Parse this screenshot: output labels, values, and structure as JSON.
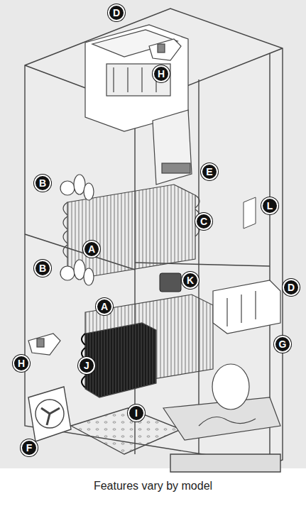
{
  "diagram": {
    "caption": "Features vary by model",
    "nodes": [
      {
        "text": [
          "D"
        ]
      },
      {
        "text": [
          "H"
        ]
      },
      {
        "text": [
          "E"
        ]
      },
      {
        "text": [
          "B"
        ]
      },
      {
        "text": [
          "L"
        ]
      },
      {
        "text": [
          "C"
        ]
      },
      {
        "text": [
          "A"
        ]
      },
      {
        "text": [
          "B"
        ]
      },
      {
        "text": [
          "K"
        ]
      },
      {
        "text": [
          "D"
        ]
      },
      {
        "text": [
          "A"
        ]
      },
      {
        "text": [
          "G"
        ]
      },
      {
        "text": [
          "H"
        ]
      },
      {
        "text": [
          "J"
        ]
      },
      {
        "text": [
          "I"
        ]
      },
      {
        "text": [
          "F"
        ]
      }
    ]
  }
}
